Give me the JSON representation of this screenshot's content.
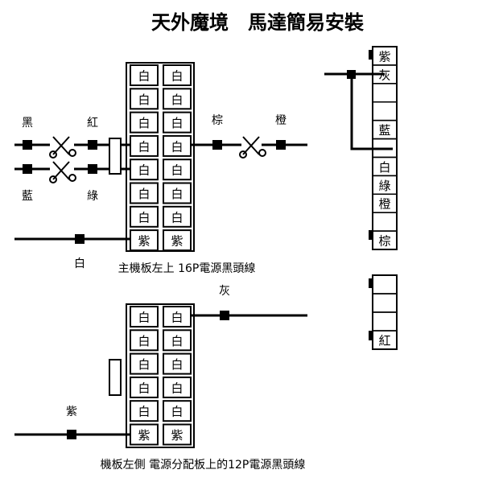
{
  "title": "天外魔境　馬達簡易安裝",
  "top": {
    "caption": "主機板左上 16P電源黑頭線",
    "pins_left": [
      "白",
      "白",
      "白",
      "白",
      "白",
      "白",
      "白",
      "紫"
    ],
    "pins_right": [
      "白",
      "白",
      "白",
      "白",
      "白",
      "白",
      "白",
      "紫"
    ],
    "wire_labels": {
      "black": "黑",
      "red": "紅",
      "blue": "藍",
      "green": "綠",
      "white": "白",
      "brown": "棕",
      "orange": "橙"
    }
  },
  "bottom": {
    "caption": "機板左側 電源分配板上的12P電源黑頭線",
    "pins_left": [
      "白",
      "白",
      "白",
      "白",
      "白",
      "紫"
    ],
    "pins_right": [
      "白",
      "白",
      "白",
      "白",
      "白",
      "紫"
    ],
    "wire_labels": {
      "gray": "灰",
      "purple": "紫"
    }
  },
  "motor_connector": {
    "upper_pins": [
      "紫",
      "灰",
      "",
      "",
      "藍",
      "",
      "白",
      "綠",
      "橙",
      "",
      "棕"
    ],
    "lower_pins": [
      "",
      "",
      "",
      "紅"
    ]
  },
  "icons": {
    "scissors": "scissors-icon"
  }
}
